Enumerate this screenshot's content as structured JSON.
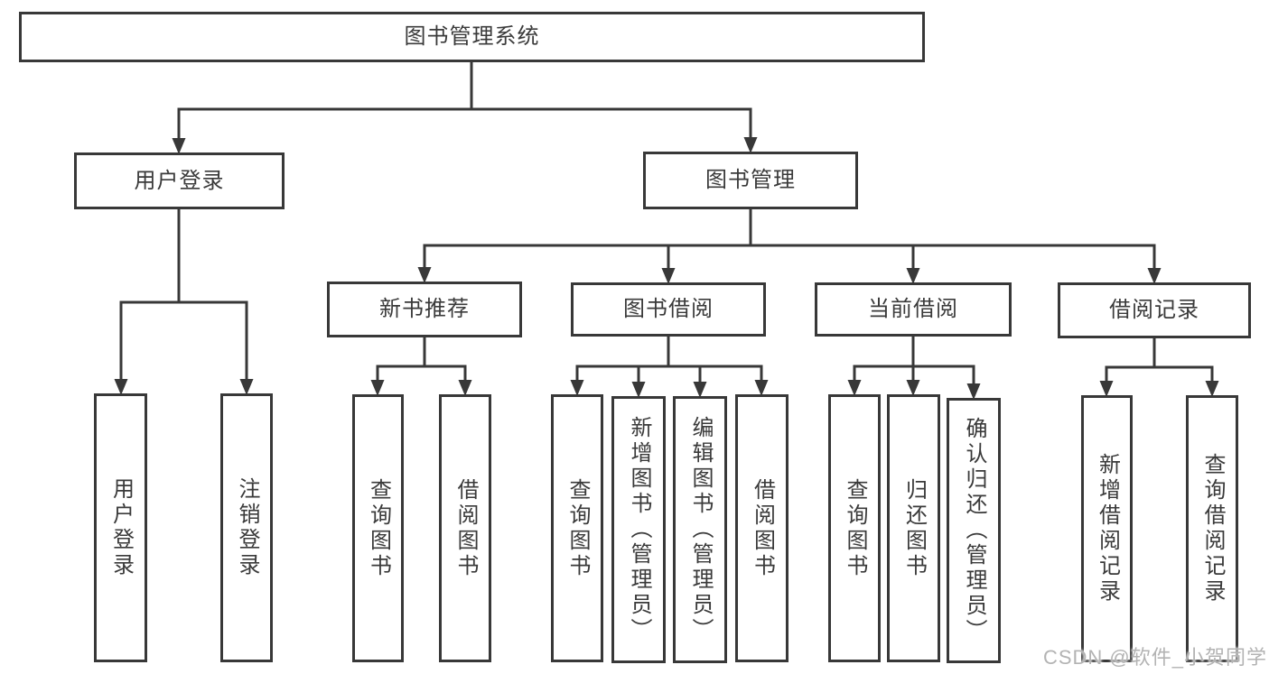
{
  "tree": {
    "label": "图书管理系统",
    "children": [
      {
        "label": "用户登录",
        "children": [
          {
            "label": "用户登录"
          },
          {
            "label": "注销登录"
          }
        ]
      },
      {
        "label": "图书管理",
        "children": [
          {
            "label": "新书推荐",
            "children": [
              {
                "label": "查询图书"
              },
              {
                "label": "借阅图书"
              }
            ]
          },
          {
            "label": "图书借阅",
            "children": [
              {
                "label": "查询图书"
              },
              {
                "label": "新增图书（管理员）"
              },
              {
                "label": "编辑图书（管理员）"
              },
              {
                "label": "借阅图书"
              }
            ]
          },
          {
            "label": "当前借阅",
            "children": [
              {
                "label": "查询图书"
              },
              {
                "label": "归还图书"
              },
              {
                "label": "确认归还（管理员）"
              }
            ]
          },
          {
            "label": "借阅记录",
            "children": [
              {
                "label": "新增借阅记录"
              },
              {
                "label": "查询借阅记录"
              }
            ]
          }
        ]
      }
    ]
  },
  "watermark": "CSDN @软件_小贺同学",
  "colors": {
    "line": "#383838",
    "text": "#3a3a3a",
    "watermark": "#b3b3b3",
    "background": "#ffffff"
  }
}
